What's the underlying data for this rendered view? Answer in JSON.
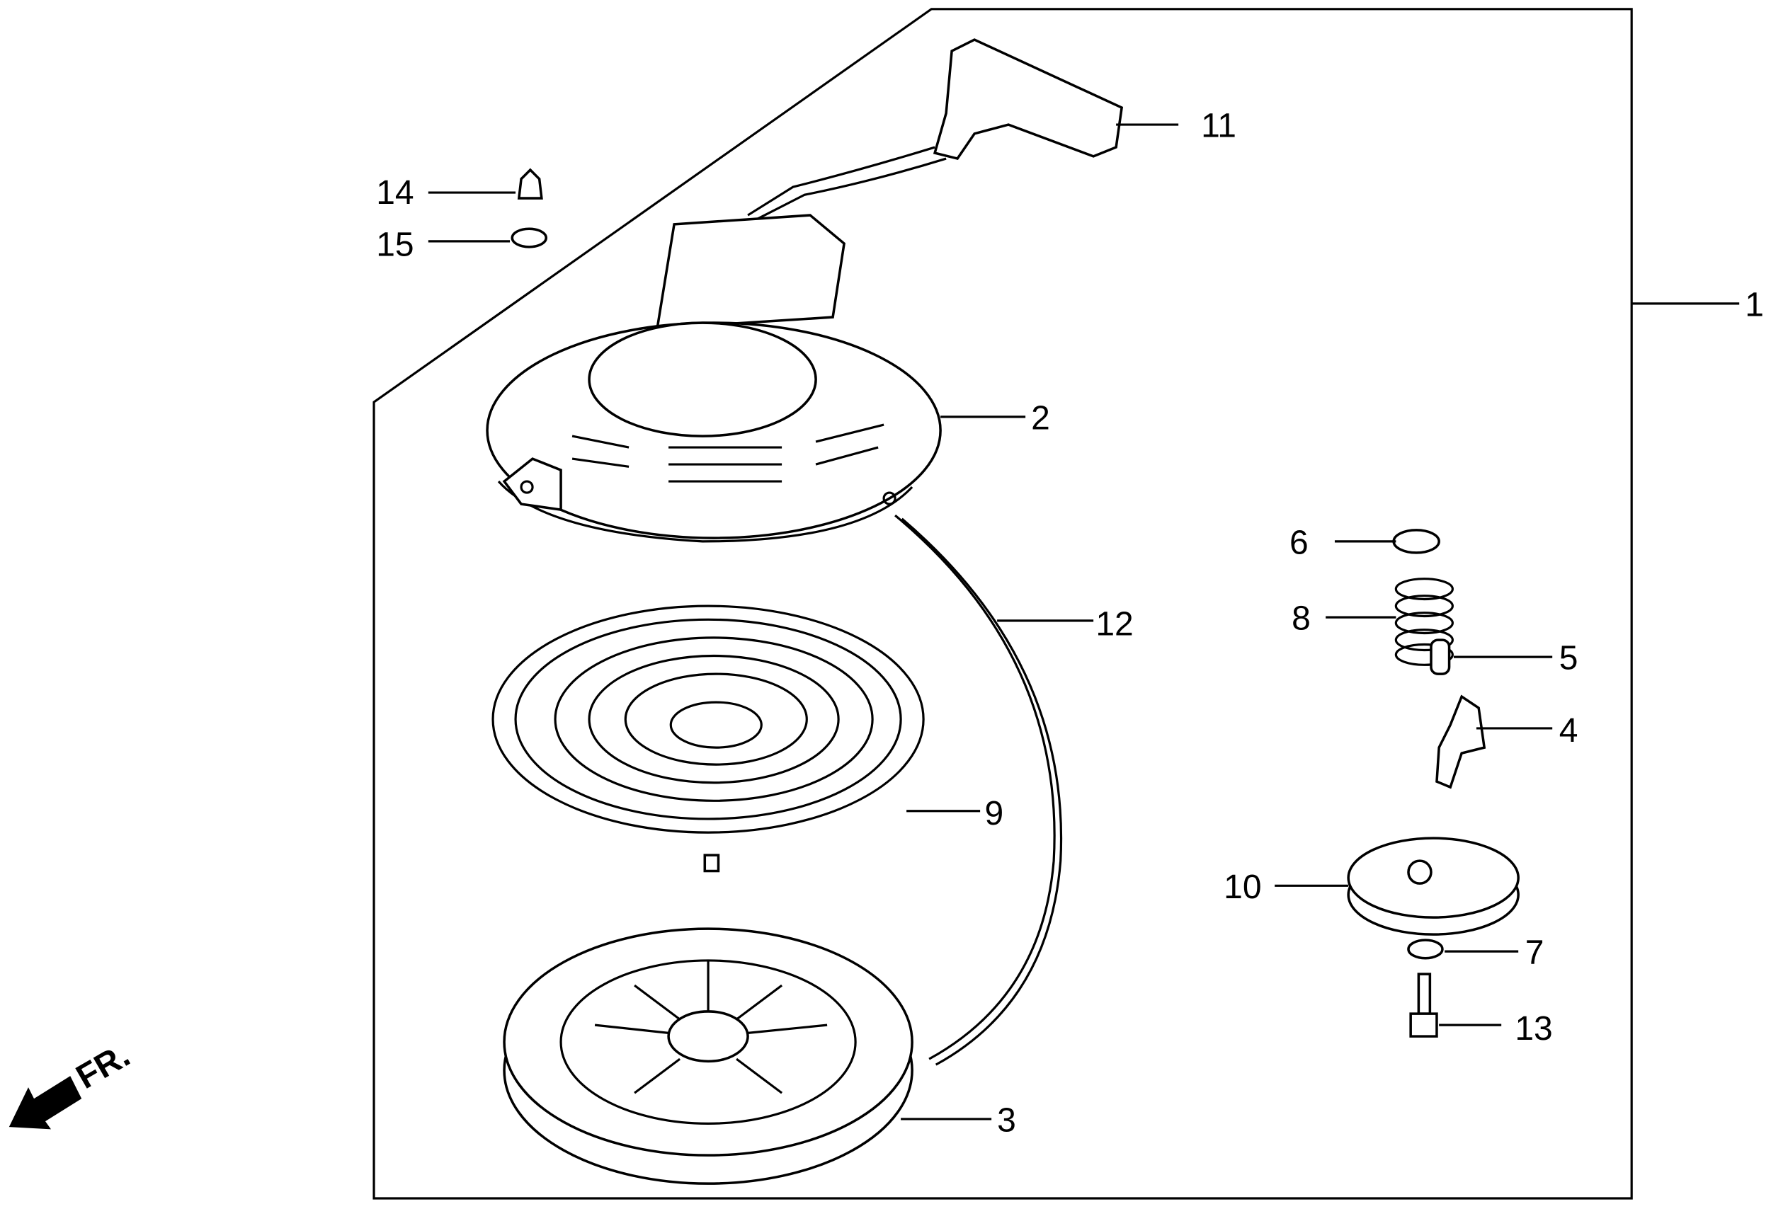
{
  "diagram": {
    "title": "Recoil Starter",
    "direction_label": "FR.",
    "callouts": [
      "1",
      "2",
      "3",
      "4",
      "5",
      "6",
      "7",
      "8",
      "9",
      "10",
      "11",
      "12",
      "13",
      "14",
      "15"
    ]
  }
}
